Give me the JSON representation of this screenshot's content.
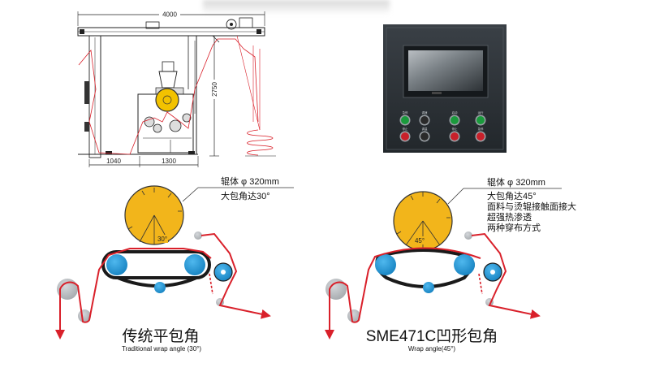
{
  "machine_drawing": {
    "dim_width": "4000",
    "dim_height": "2750",
    "dim_left": "1040",
    "dim_right": "1300"
  },
  "control_panel": {
    "buttons": [
      {
        "label": "急停",
        "color": "#1a9a3c"
      },
      {
        "label": "调速",
        "color": "#2a2a2a"
      },
      {
        "label": "启动",
        "color": "#1a9a3c"
      },
      {
        "label": "运行",
        "color": "#1a9a3c"
      },
      {
        "label": "停止",
        "color": "#c8202a"
      },
      {
        "label": "调温",
        "color": "#2a2a2a"
      },
      {
        "label": "停止",
        "color": "#c8202a"
      },
      {
        "label": "急停",
        "color": "#c8202a"
      }
    ]
  },
  "traditional": {
    "callout_line1": "辊体 φ 320mm",
    "callout_line2": "大包角达30°",
    "angle": "30°",
    "title_cn": "传统平包角",
    "title_en": "Traditional wrap angle  (30°)"
  },
  "sme": {
    "callout_line1": "辊体 φ 320mm",
    "callout_line2": "大包角达45°",
    "callout_line3": "面料与烫辊接触面接大",
    "callout_line4": "超强热渗透",
    "callout_line5": "两种穿布方式",
    "angle": "45°",
    "title_cn": "SME471C凹形包角",
    "title_en": "Wrap angle(45°)"
  },
  "colors": {
    "roller_yellow": "#f2b51b",
    "fabric_red": "#d9202a",
    "roller_blue": "#1f97d6",
    "belt_black": "#1a1a1a",
    "idler_gray": "#b8bcc0"
  }
}
